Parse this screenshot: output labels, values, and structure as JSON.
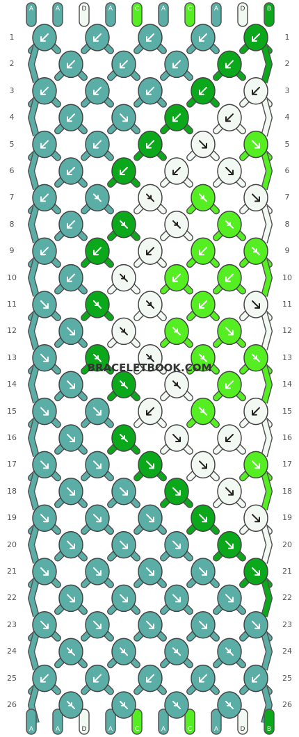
{
  "watermark": "BRACELETBOOK.COM",
  "colors": {
    "A": "#5aaea6",
    "B": "#0aa81a",
    "C": "#55ee22",
    "D": "#f2f8f2"
  },
  "strands_top": [
    "A",
    "A",
    "D",
    "A",
    "C",
    "A",
    "C",
    "A",
    "D",
    "B"
  ],
  "strands_bottom": [
    "A",
    "A",
    "D",
    "A",
    "C",
    "A",
    "C",
    "A",
    "D",
    "B"
  ],
  "row_numbers": [
    "1",
    "2",
    "3",
    "4",
    "5",
    "6",
    "7",
    "8",
    "9",
    "10",
    "11",
    "12",
    "13",
    "14",
    "15",
    "16",
    "17",
    "18",
    "19",
    "20",
    "21",
    "22",
    "23",
    "24",
    "25",
    "26"
  ],
  "knots": [
    [
      [
        "A",
        "bf"
      ],
      [
        "A",
        "bf"
      ],
      [
        "A",
        "bf"
      ],
      [
        "A",
        "bf"
      ],
      [
        "B",
        "bf"
      ]
    ],
    [
      [
        "A",
        "bf"
      ],
      [
        "A",
        "bf"
      ],
      [
        "A",
        "bf"
      ],
      [
        "B",
        "bf"
      ]
    ],
    [
      [
        "A",
        "bf"
      ],
      [
        "A",
        "bf"
      ],
      [
        "A",
        "bf"
      ],
      [
        "B",
        "bf"
      ],
      [
        "D",
        "bf"
      ]
    ],
    [
      [
        "A",
        "bf"
      ],
      [
        "A",
        "f"
      ],
      [
        "B",
        "bf"
      ],
      [
        "D",
        "bf"
      ]
    ],
    [
      [
        "A",
        "bf"
      ],
      [
        "A",
        "bf"
      ],
      [
        "B",
        "bf"
      ],
      [
        "D",
        "f"
      ],
      [
        "C",
        "f"
      ]
    ],
    [
      [
        "A",
        "bf"
      ],
      [
        "B",
        "bf"
      ],
      [
        "D",
        "bf"
      ],
      [
        "D",
        "f"
      ]
    ],
    [
      [
        "A",
        "bf"
      ],
      [
        "A",
        "fb"
      ],
      [
        "D",
        "fb"
      ],
      [
        "C",
        "fb"
      ],
      [
        "D",
        "f"
      ]
    ],
    [
      [
        "A",
        "bf"
      ],
      [
        "B",
        "fb"
      ],
      [
        "D",
        "fb"
      ],
      [
        "C",
        "fb"
      ]
    ],
    [
      [
        "A",
        "bf"
      ],
      [
        "B",
        "bf"
      ],
      [
        "D",
        "bf"
      ],
      [
        "C",
        "bf"
      ],
      [
        "C",
        "fb"
      ]
    ],
    [
      [
        "A",
        "bf"
      ],
      [
        "D",
        "fb"
      ],
      [
        "C",
        "bf"
      ],
      [
        "C",
        "bf"
      ]
    ],
    [
      [
        "A",
        "f"
      ],
      [
        "B",
        "fb"
      ],
      [
        "D",
        "fb"
      ],
      [
        "C",
        "bf"
      ],
      [
        "D",
        "f"
      ]
    ],
    [
      [
        "A",
        "f"
      ],
      [
        "D",
        "fb"
      ],
      [
        "C",
        "fb"
      ],
      [
        "C",
        "f"
      ]
    ],
    [
      [
        "A",
        "f"
      ],
      [
        "B",
        "fb"
      ],
      [
        "D",
        "fb"
      ],
      [
        "C",
        "fb"
      ],
      [
        "C",
        "fb"
      ]
    ],
    [
      [
        "A",
        "f"
      ],
      [
        "B",
        "fb"
      ],
      [
        "D",
        "fb"
      ],
      [
        "C",
        "bf"
      ]
    ],
    [
      [
        "A",
        "f"
      ],
      [
        "A",
        "f"
      ],
      [
        "D",
        "bf"
      ],
      [
        "C",
        "fb"
      ],
      [
        "D",
        "bf"
      ]
    ],
    [
      [
        "A",
        "f"
      ],
      [
        "B",
        "fb"
      ],
      [
        "D",
        "f"
      ],
      [
        "D",
        "bf"
      ]
    ],
    [
      [
        "A",
        "f"
      ],
      [
        "A",
        "f"
      ],
      [
        "B",
        "f"
      ],
      [
        "D",
        "f"
      ],
      [
        "C",
        "f"
      ]
    ],
    [
      [
        "A",
        "f"
      ],
      [
        "A",
        "f"
      ],
      [
        "B",
        "f"
      ],
      [
        "D",
        "f"
      ]
    ],
    [
      [
        "A",
        "f"
      ],
      [
        "A",
        "f"
      ],
      [
        "A",
        "f"
      ],
      [
        "B",
        "f"
      ],
      [
        "D",
        "f"
      ]
    ],
    [
      [
        "A",
        "f"
      ],
      [
        "A",
        "f"
      ],
      [
        "A",
        "f"
      ],
      [
        "B",
        "f"
      ]
    ],
    [
      [
        "A",
        "f"
      ],
      [
        "A",
        "f"
      ],
      [
        "A",
        "f"
      ],
      [
        "A",
        "f"
      ],
      [
        "B",
        "f"
      ]
    ],
    [
      [
        "A",
        "f"
      ],
      [
        "A",
        "f"
      ],
      [
        "A",
        "f"
      ],
      [
        "A",
        "f"
      ]
    ],
    [
      [
        "A",
        "f"
      ],
      [
        "A",
        "f"
      ],
      [
        "A",
        "f"
      ],
      [
        "A",
        "f"
      ],
      [
        "A",
        "f"
      ]
    ],
    [
      [
        "A",
        "fb"
      ],
      [
        "A",
        "fb"
      ],
      [
        "A",
        "fb"
      ],
      [
        "A",
        "fb"
      ]
    ],
    [
      [
        "A",
        "bf"
      ],
      [
        "A",
        "bf"
      ],
      [
        "A",
        "bf"
      ],
      [
        "A",
        "bf"
      ],
      [
        "A",
        "bf"
      ]
    ],
    [
      [
        "A",
        "fb"
      ],
      [
        "A",
        "fb"
      ],
      [
        "A",
        "fb"
      ],
      [
        "A",
        "fb"
      ]
    ]
  ]
}
